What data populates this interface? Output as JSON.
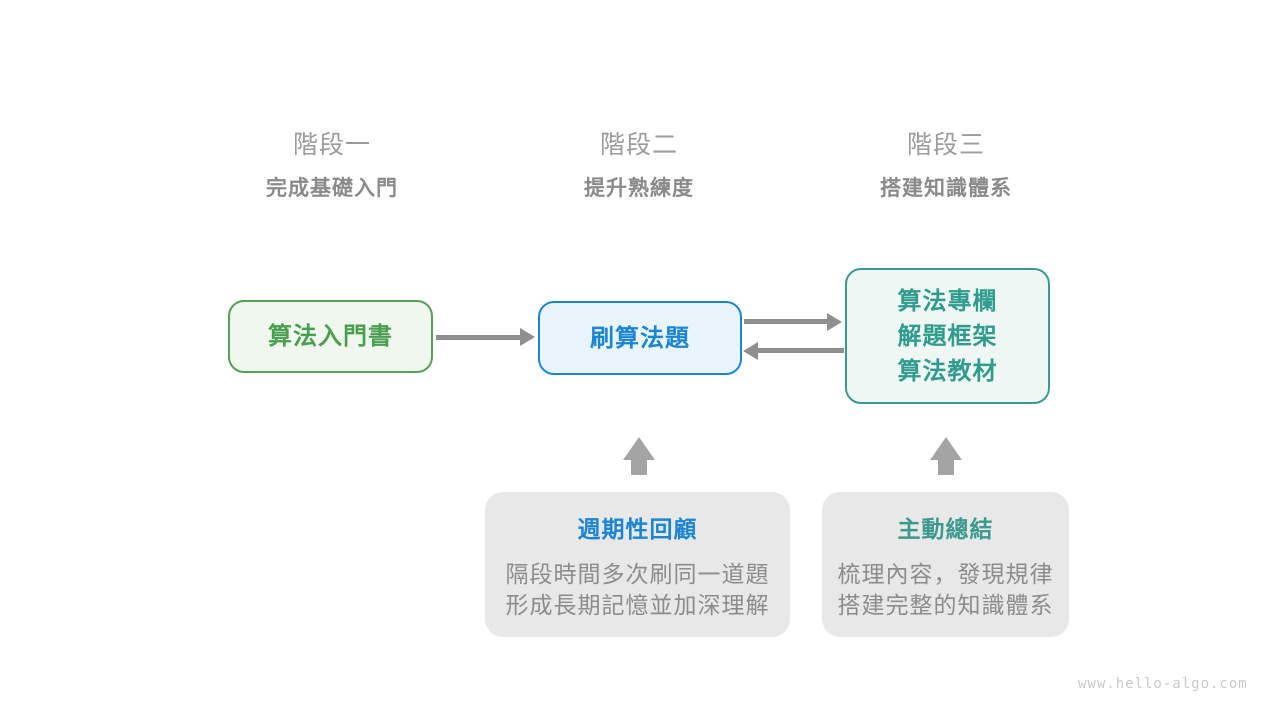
{
  "page": {
    "watermark": "www.hello-algo.com",
    "background": "#ffffff"
  },
  "stages": [
    {
      "label": "階段一",
      "subtitle": "完成基礎入門"
    },
    {
      "label": "階段二",
      "subtitle": "提升熟練度"
    },
    {
      "label": "階段三",
      "subtitle": "搭建知識體系"
    }
  ],
  "nodes": [
    {
      "id": "intro-book",
      "lines": [
        "算法入門書"
      ],
      "border": "#56a057",
      "background": "#f0f7ef",
      "text_color": "#4a9e50"
    },
    {
      "id": "practice-problems",
      "lines": [
        "刷算法題"
      ],
      "border": "#1b85d3",
      "background": "#e9f4fc",
      "text_color": "#1b85d3"
    },
    {
      "id": "knowledge-resources",
      "lines": [
        "算法專欄",
        "解題框架",
        "算法教材"
      ],
      "border": "#3b9a8c",
      "background": "#eef7f3",
      "text_color": "#2f9c8d"
    }
  ],
  "arrows": [
    {
      "id": "book-to-practice",
      "direction": "right"
    },
    {
      "id": "practice-to-resources",
      "direction": "right"
    },
    {
      "id": "resources-to-practice",
      "direction": "left"
    },
    {
      "id": "review-up",
      "direction": "up"
    },
    {
      "id": "summary-up",
      "direction": "up"
    }
  ],
  "callouts": [
    {
      "title": "週期性回顧",
      "title_color": "#1b85d3",
      "lines": [
        "隔段時間多次刷同一道題",
        "形成長期記憶並加深理解"
      ]
    },
    {
      "title": "主動總結",
      "title_color": "#3b9a8c",
      "lines": [
        "梳理內容，發現規律",
        "搭建完整的知識體系"
      ]
    }
  ],
  "colors": {
    "arrow_gray": "#8f8f8f",
    "up_arrow_gray": "#a4a4a4",
    "callout_background": "#e8e8e8",
    "stage_label_gray": "#9b9b9b",
    "stage_subtitle_gray": "#8a8a8a",
    "body_text_gray": "#8c8c8c",
    "watermark_gray": "#c9c9c9"
  }
}
